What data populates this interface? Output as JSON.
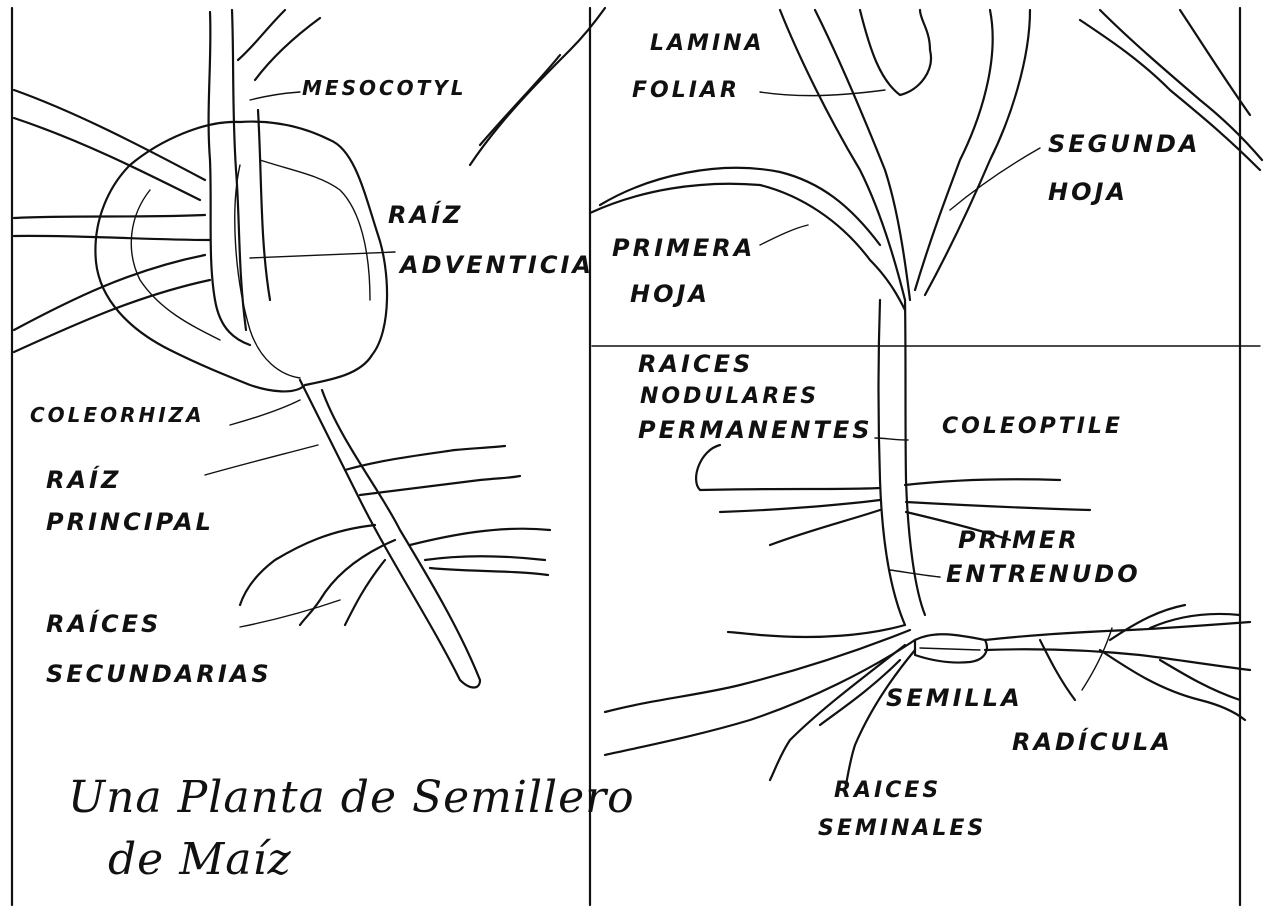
{
  "left_panel": {
    "labels": {
      "mesocotyl": "MESOCOTYL",
      "raiz_adventicia_1": "RAÍZ",
      "raiz_adventicia_2": "ADVENTICIA",
      "coleorhiza": "COLEORHIZA",
      "raiz_principal_1": "RAÍZ",
      "raiz_principal_2": "PRINCIPAL",
      "raices_secundarias_1": "RAÍCES",
      "raices_secundarias_2": "SECUNDARIAS"
    },
    "title_line_1": "Una Planta de Semillero",
    "title_line_2": "de Maíz"
  },
  "right_panel": {
    "labels": {
      "lamina_foliar_1": "LAMINA",
      "lamina_foliar_2": "FOLIAR",
      "segunda_hoja_1": "SEGUNDA",
      "segunda_hoja_2": "HOJA",
      "primera_hoja_1": "PRIMERA",
      "primera_hoja_2": "HOJA",
      "raices_nodulares_1": "RAICES",
      "raices_nodulares_2": "NODULARES",
      "raices_nodulares_3": "PERMANENTES",
      "coleoptile": "COLEOPTILE",
      "primer_entrenudo_1": "PRIMER",
      "primer_entrenudo_2": "ENTRENUDO",
      "semilla": "SEMILLA",
      "radicula": "RADÍCULA",
      "raices_seminales_1": "RAICES",
      "raices_seminales_2": "SEMINALES"
    }
  }
}
